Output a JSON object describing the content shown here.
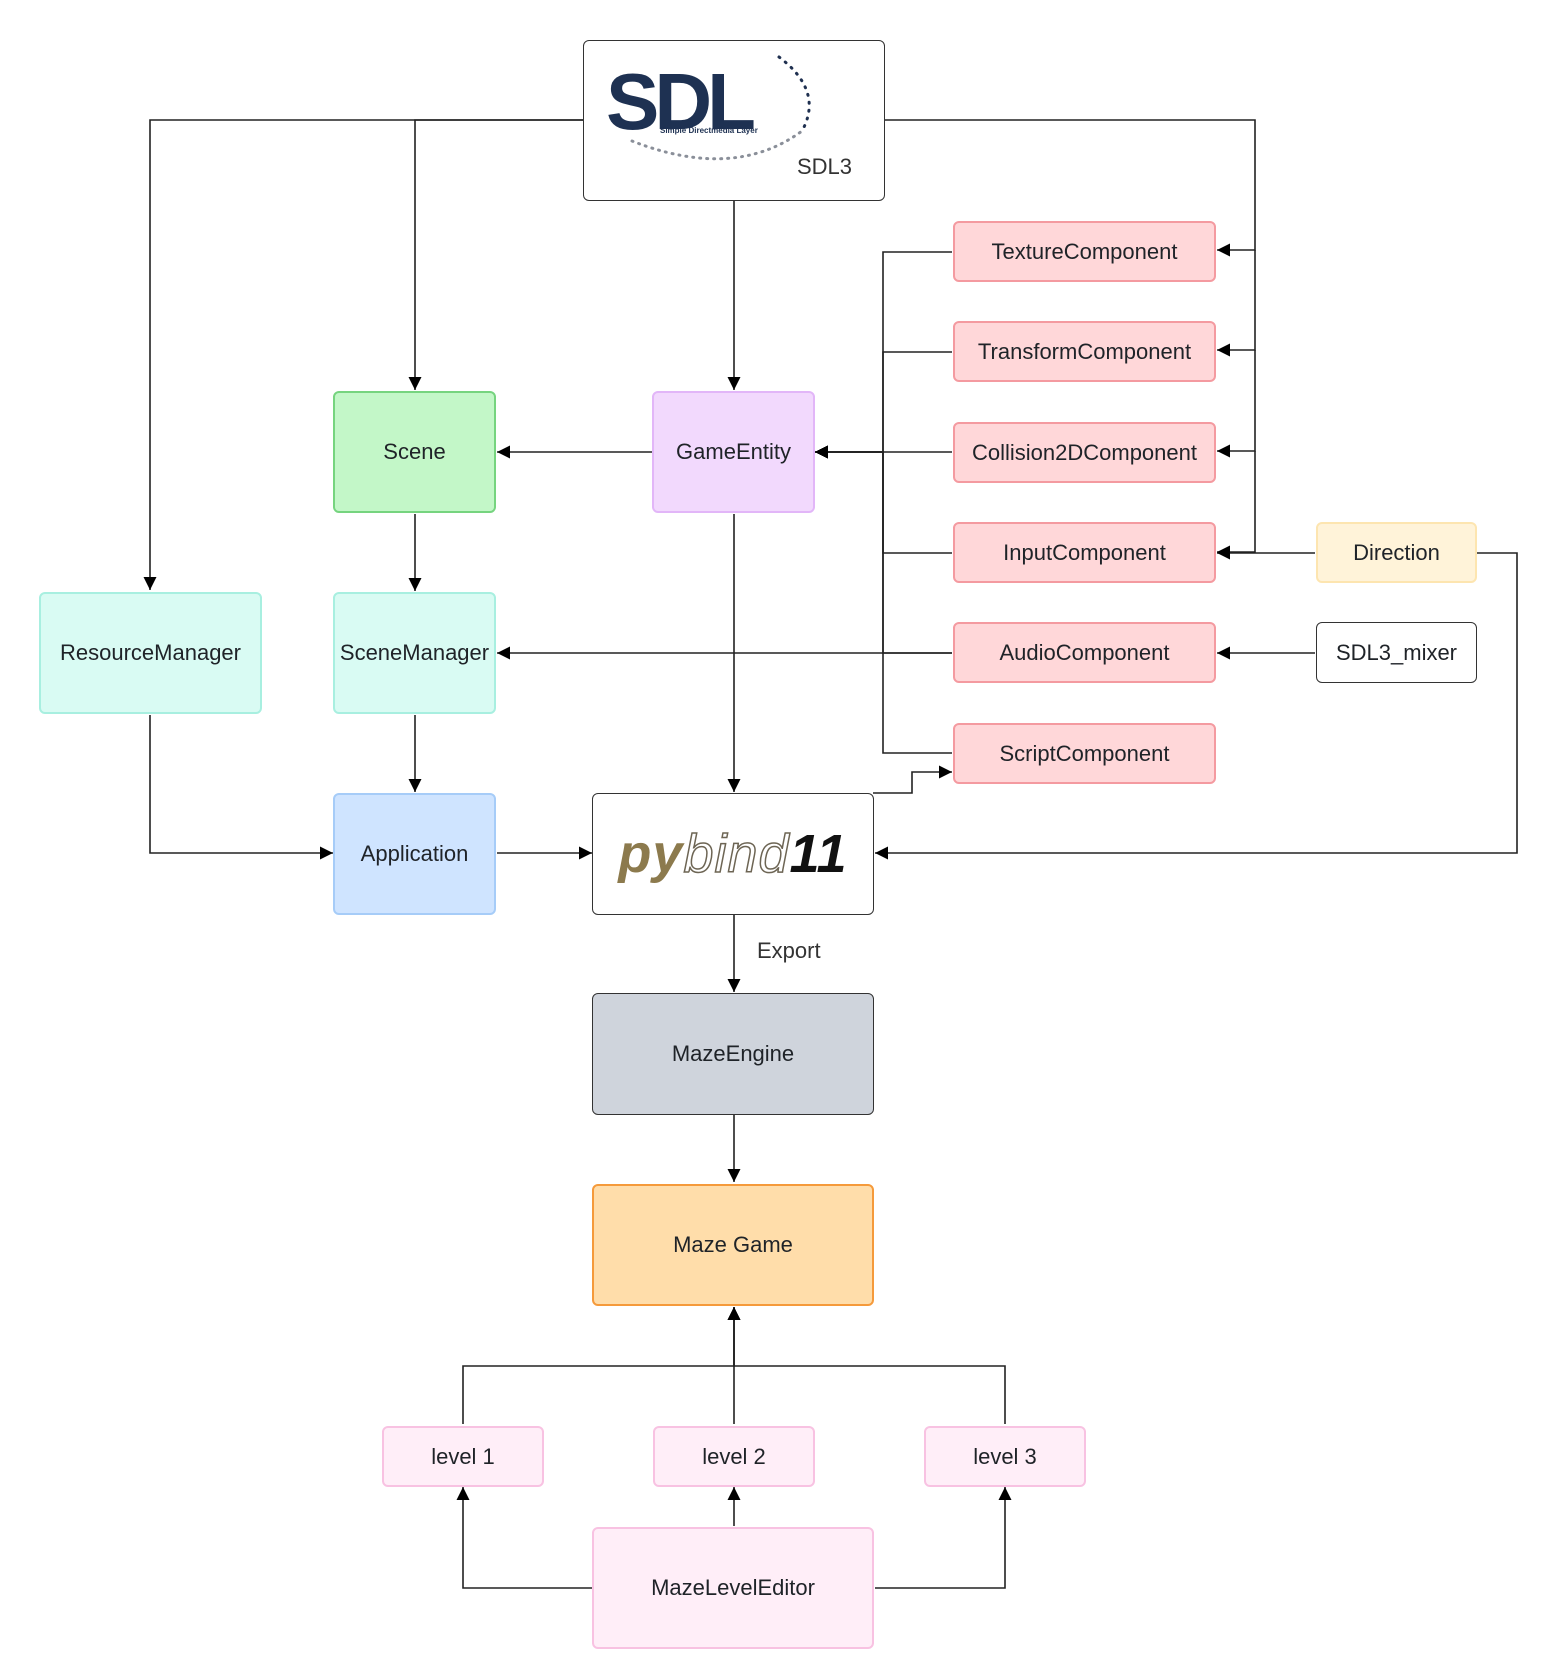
{
  "diagram": {
    "sdl": {
      "logo_text": "SDL",
      "logo_subtitle": "Simple Directmedia Layer",
      "caption": "SDL3"
    },
    "pybind": {
      "logo_prefix": "py",
      "logo_middle": "bind",
      "logo_suffix": "11"
    },
    "nodes": {
      "scene": "Scene",
      "game_entity": "GameEntity",
      "resource_manager": "ResourceManager",
      "scene_manager": "SceneManager",
      "application": "Application",
      "texture_component": "TextureComponent",
      "transform_component": "TransformComponent",
      "collision2d_component": "Collision2DComponent",
      "input_component": "InputComponent",
      "audio_component": "AudioComponent",
      "script_component": "ScriptComponent",
      "direction": "Direction",
      "sdl3_mixer": "SDL3_mixer",
      "maze_engine": "MazeEngine",
      "maze_game": "Maze Game",
      "level1": "level 1",
      "level2": "level 2",
      "level3": "level 3",
      "maze_level_editor": "MazeLevelEditor"
    },
    "edge_labels": {
      "export": "Export"
    },
    "colors": {
      "scene": "#c3f7c8",
      "game_entity": "#f2d9fd",
      "manager": "#d9fbf3",
      "application": "#cfe4ff",
      "component": "#ffd7d9",
      "direction": "#fff3d9",
      "maze_engine": "#cfd4dc",
      "maze_game": "#ffddaa",
      "level": "#ffeef8"
    }
  }
}
